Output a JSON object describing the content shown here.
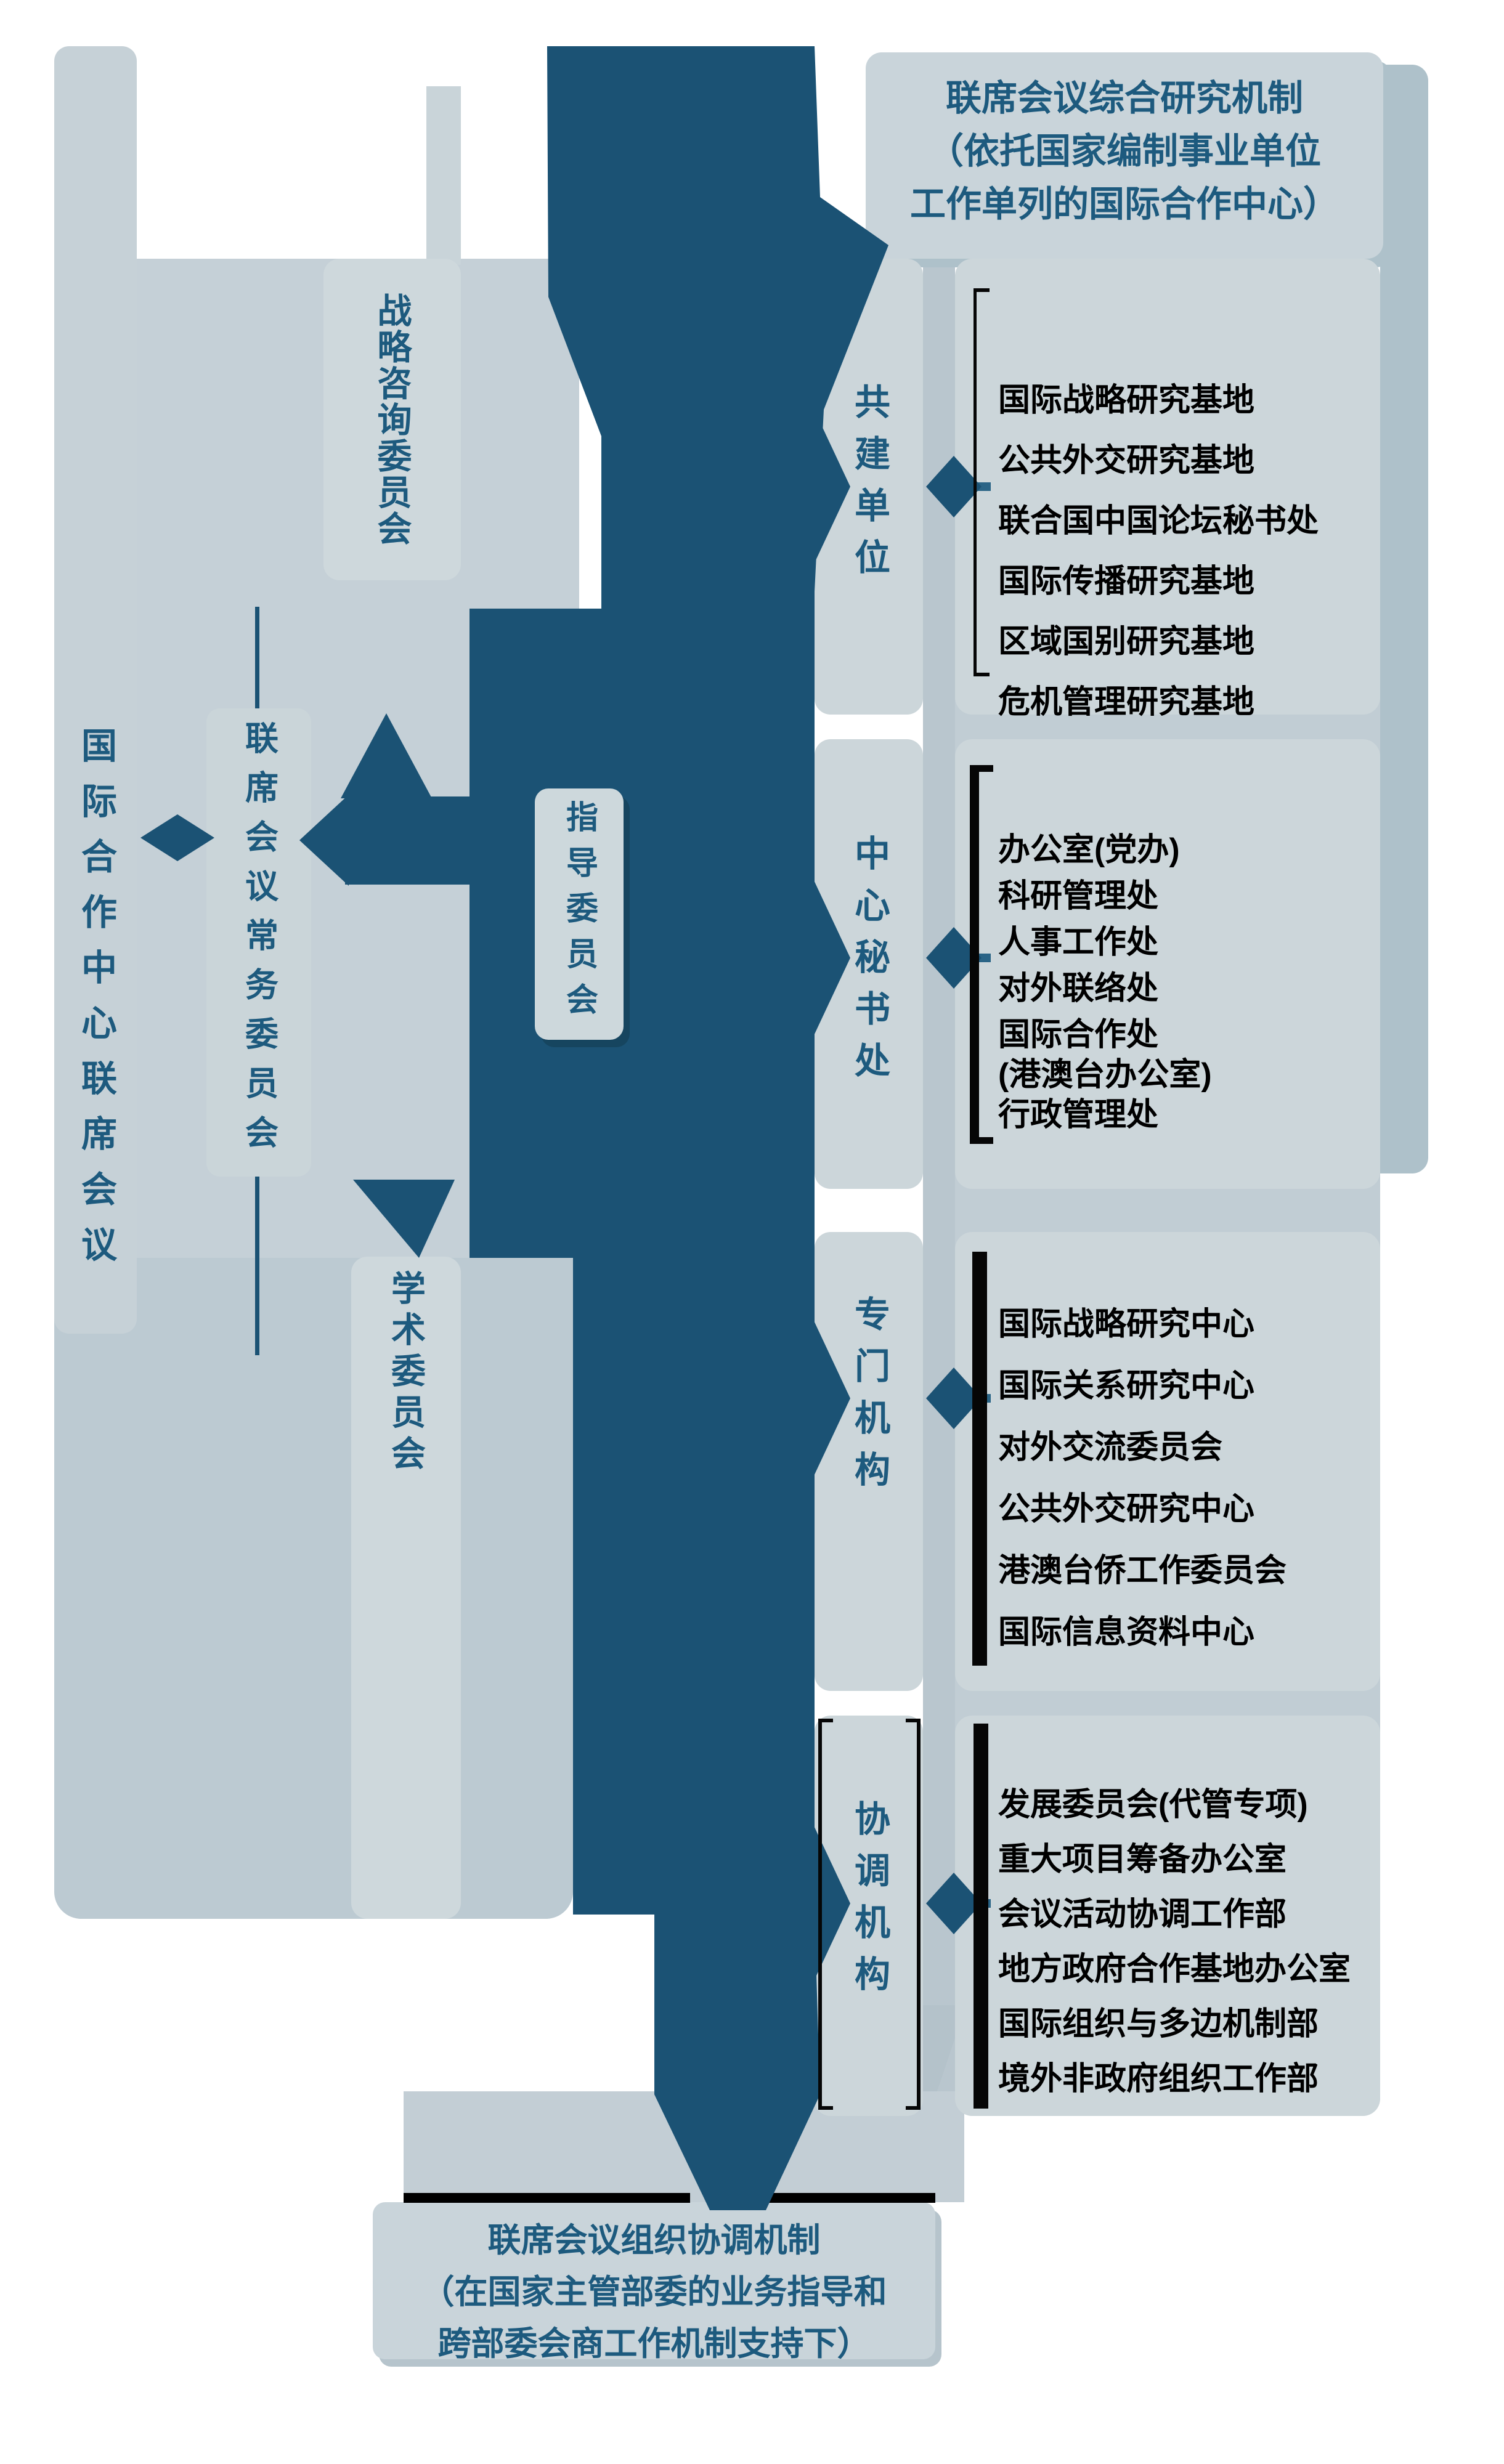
{
  "palette": {
    "dark_blue": "#1b5274",
    "teal_text": "#1d5a7e",
    "light_box": "#ccd6da",
    "backdrop": "#c1cdd4",
    "list_text": "#000000"
  },
  "title_box": {
    "line1": "联席会议综合研究机制",
    "line2": "（依托国家编制事业单位",
    "line3": "工作单列的国际合作中心）"
  },
  "left_column": {
    "joint_meeting": "国际合作中心联席会议",
    "standing_committee": "联席会议常务委员会",
    "strategic_advisory": "战略咨询委员会",
    "academic_committee": "学术委员会"
  },
  "center": {
    "steering_committee": "指导委员会"
  },
  "branches": [
    {
      "label": "共建单位",
      "items": [
        "国际战略研究基地",
        "公共外交研究基地",
        "联合国中国论坛秘书处",
        "国际传播研究基地",
        "区域国别研究基地",
        "危机管理研究基地"
      ]
    },
    {
      "label": "中心秘书处",
      "items": [
        "办公室(党办)",
        "科研管理处",
        "人事工作处",
        "对外联络处",
        "国际合作处",
        "(港澳台办公室)",
        "行政管理处"
      ]
    },
    {
      "label": "专门机构",
      "items": [
        "国际战略研究中心",
        "国际关系研究中心",
        "对外交流委员会",
        "公共外交研究中心",
        "港澳台侨工作委员会",
        "国际信息资料中心"
      ]
    },
    {
      "label": "协调机构",
      "items": [
        "发展委员会(代管专项)",
        "重大项目筹备办公室",
        "会议活动协调工作部",
        "地方政府合作基地办公室",
        "国际组织与多边机制部",
        "境外非政府组织工作部"
      ]
    }
  ],
  "bottom_box": {
    "line1": "联席会议组织协调机制",
    "line2": "（在国家主管部委的业务指导和",
    "line3": "跨部委会商工作机制支持下）"
  }
}
